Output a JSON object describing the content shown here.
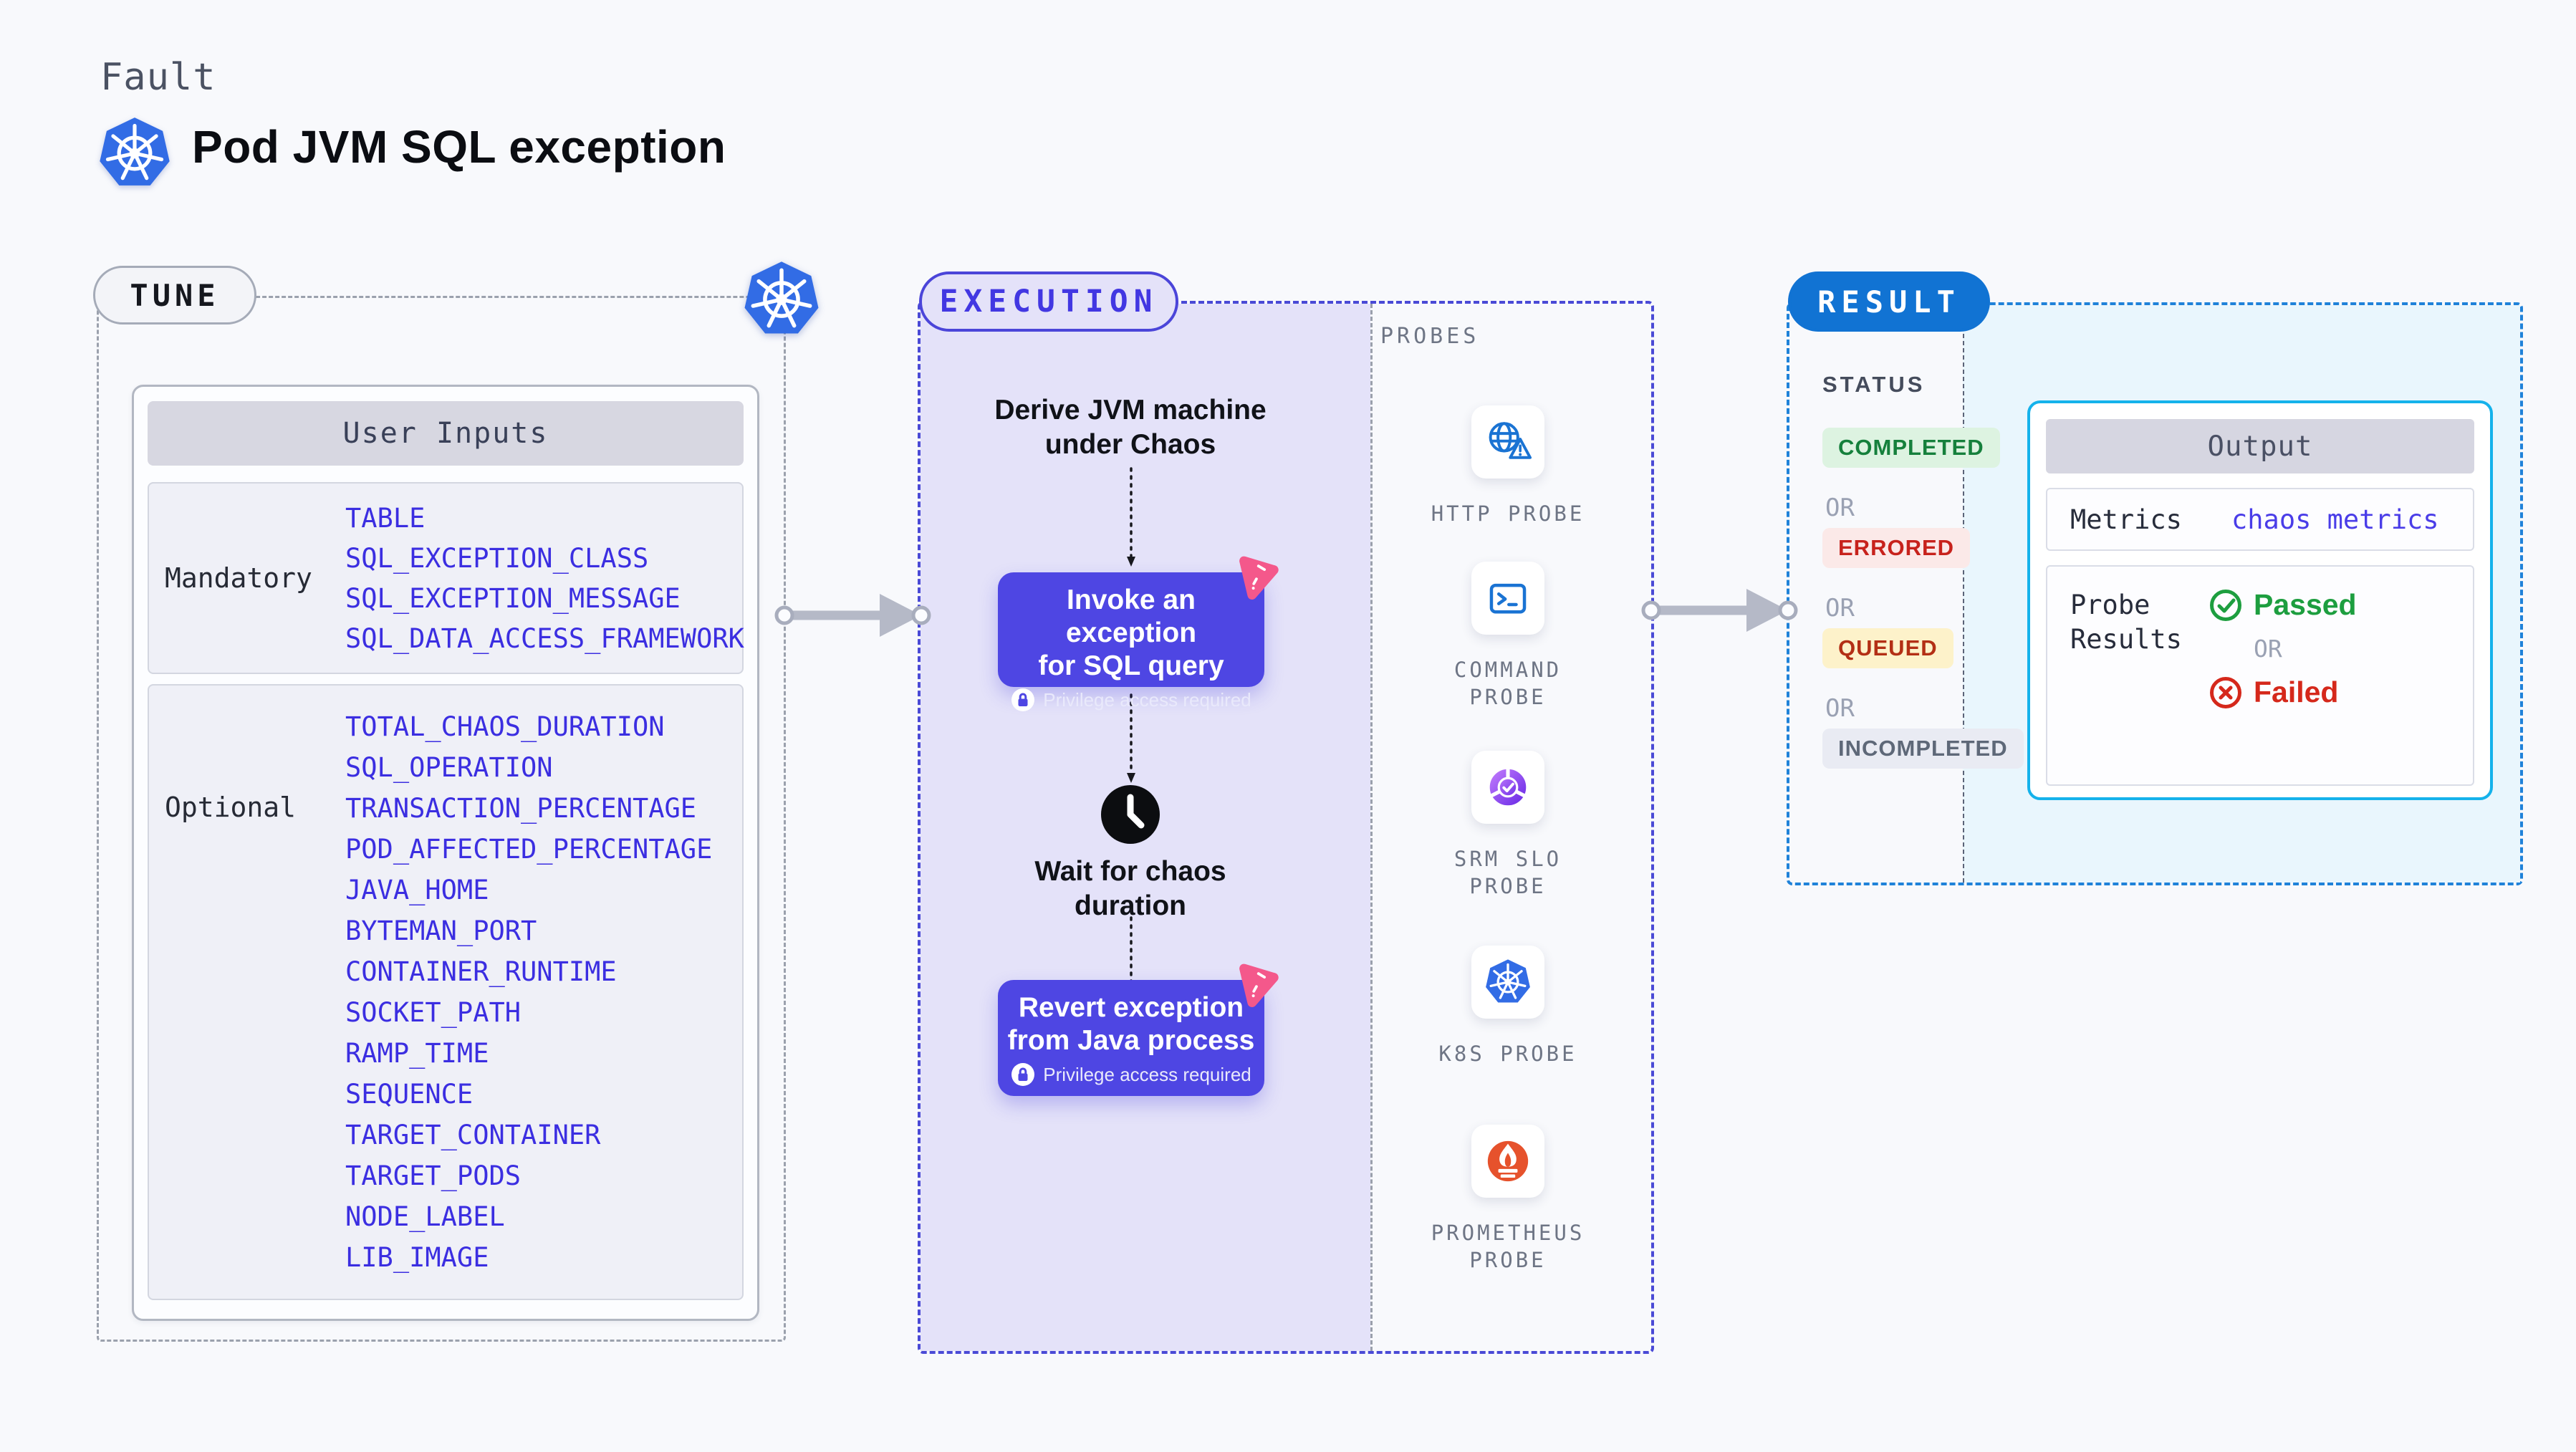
{
  "header": {
    "kicker": "Fault",
    "title": "Pod JVM SQL exception"
  },
  "tune": {
    "label": "TUNE",
    "table_title": "User Inputs",
    "mandatory_label": "Mandatory",
    "mandatory_params": [
      "TABLE",
      "SQL_EXCEPTION_CLASS",
      "SQL_EXCEPTION_MESSAGE",
      "SQL_DATA_ACCESS_FRAMEWORK"
    ],
    "optional_label": "Optional",
    "optional_params": [
      "TOTAL_CHAOS_DURATION",
      "SQL_OPERATION",
      "TRANSACTION_PERCENTAGE",
      "POD_AFFECTED_PERCENTAGE",
      "JAVA_HOME",
      "BYTEMAN_PORT",
      "CONTAINER_RUNTIME",
      "SOCKET_PATH",
      "RAMP_TIME",
      "SEQUENCE",
      "TARGET_CONTAINER",
      "TARGET_PODS",
      "NODE_LABEL",
      "LIB_IMAGE"
    ]
  },
  "execution": {
    "label": "EXECUTION",
    "derive_line1": "Derive JVM machine",
    "derive_line2": "under Chaos",
    "invoke_line1": "Invoke an exception",
    "invoke_line2": "for SQL query",
    "invoke_badge": "Privilege access required",
    "wait_line1": "Wait for chaos",
    "wait_line2": "duration",
    "revert_line1": "Revert exception",
    "revert_line2": "from Java process",
    "revert_badge": "Privilege access required"
  },
  "probes": {
    "label": "PROBES",
    "items": [
      {
        "icon": "http-probe-icon",
        "line1": "HTTP PROBE",
        "line2": ""
      },
      {
        "icon": "command-probe-icon",
        "line1": "COMMAND",
        "line2": "PROBE"
      },
      {
        "icon": "srm-slo-probe-icon",
        "line1": "SRM SLO",
        "line2": "PROBE"
      },
      {
        "icon": "k8s-probe-icon",
        "line1": "K8S PROBE",
        "line2": ""
      },
      {
        "icon": "prometheus-probe-icon",
        "line1": "PROMETHEUS",
        "line2": "PROBE"
      }
    ]
  },
  "result": {
    "label": "RESULT",
    "status_label": "STATUS",
    "or": "OR",
    "badges": [
      {
        "text": "COMPLETED",
        "fg": "#15803c",
        "bg": "#ddf3e1"
      },
      {
        "text": "ERRORED",
        "fg": "#c7221c",
        "bg": "#fbe9e8"
      },
      {
        "text": "QUEUED",
        "fg": "#b32f15",
        "bg": "#fdf2ca"
      },
      {
        "text": "INCOMPLETED",
        "fg": "#5e6878",
        "bg": "#e9ebf3"
      }
    ],
    "output": {
      "title": "Output",
      "metrics_label": "Metrics",
      "metrics_value": "chaos metrics",
      "probe_results_line1": "Probe",
      "probe_results_line2": "Results",
      "passed": "Passed",
      "or": "OR",
      "failed": "Failed"
    }
  },
  "colors": {
    "accent_indigo": "#4e46e3",
    "param_link_blue": "#3b2ee1",
    "execution_panel": "#e4e2f9",
    "result_panel": "#e9f6fd",
    "result_pill_blue": "#1173d3",
    "output_border_cyan": "#15b2eb",
    "passed_green": "#1d9e3f",
    "failed_red": "#d5281b",
    "kubernetes_blue": "#326ce5",
    "prometheus_orange": "#e6522c",
    "chaos_pink": "#f4588b"
  }
}
